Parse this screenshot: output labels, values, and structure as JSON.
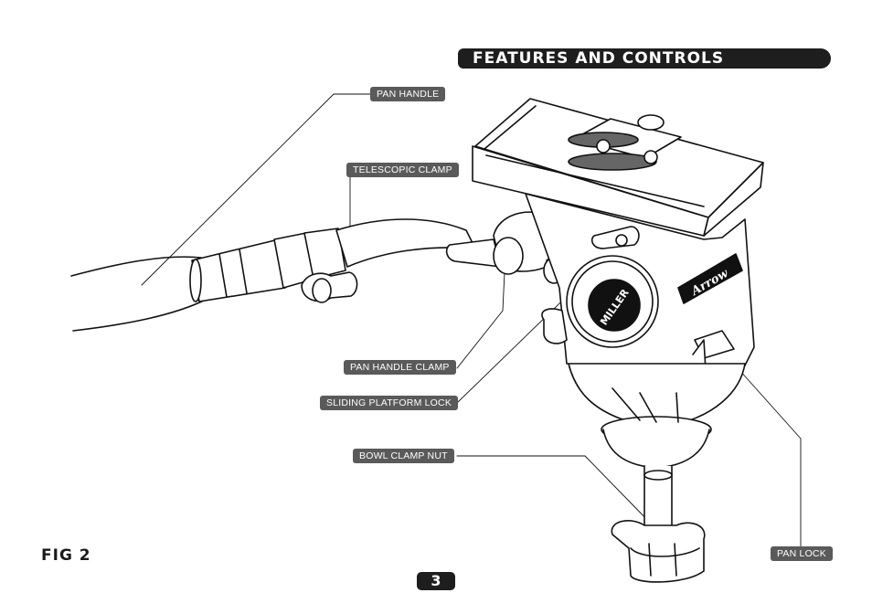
{
  "header": {
    "title": "FEATURES AND CONTROLS"
  },
  "callouts": {
    "pan_handle": "PAN HANDLE",
    "telescopic_clamp": "TELESCOPIC CLAMP",
    "pan_handle_clamp": "PAN HANDLE CLAMP",
    "sliding_platform_lock": "SLIDING PLATFORM  LOCK",
    "bowl_clamp_nut": "BOWL CLAMP NUT",
    "pan_lock": "PAN LOCK"
  },
  "brand": {
    "badge": "MILLER",
    "model": "Arrow"
  },
  "figure_label": "FIG 2",
  "page_number": "3"
}
